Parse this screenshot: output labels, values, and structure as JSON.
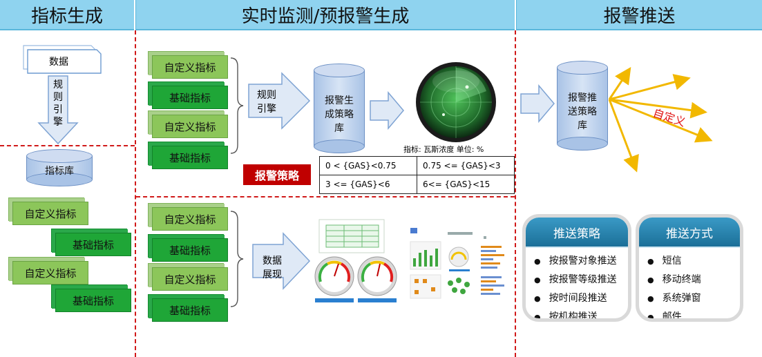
{
  "headers": {
    "left": "指标生成",
    "middle": "实时监测/预报警生成",
    "right": "报警推送"
  },
  "left": {
    "data_label": "数据",
    "rule_engine_label": "规\n则\n引\n擎",
    "db_label": "指标库",
    "indicators": [
      "自定义指标",
      "基础指标",
      "自定义指标",
      "基础指标"
    ]
  },
  "middle_top": {
    "indicators": [
      "自定义指标",
      "基础指标",
      "自定义指标",
      "基础指标"
    ],
    "engine_label": "规则\n引擎",
    "db_label": "报警生\n成策略\n库",
    "strategy_badge": "报警策略",
    "radar_caption": "指标: 瓦斯浓度   单位: %",
    "thresholds": [
      [
        "0 < {GAS}<0.75",
        "0.75 <=  {GAS}<3"
      ],
      [
        "3 <=  {GAS}<6",
        "6<=  {GAS}<15"
      ]
    ]
  },
  "middle_bottom": {
    "indicators": [
      "自定义指标",
      "基础指标",
      "自定义指标",
      "基础指标"
    ],
    "display_label": "数据\n展现"
  },
  "right": {
    "db_label": "报警推\n送策略\n库",
    "custom_label": "自定义",
    "push_strategy": {
      "title": "推送策略",
      "items": [
        "按报警对象推送",
        "按报警等级推送",
        "按时间段推送",
        "按机构推送"
      ]
    },
    "push_method": {
      "title": "推送方式",
      "items": [
        "短信",
        "移动终端",
        "系统弹窗",
        "邮件"
      ]
    }
  },
  "colors": {
    "header_bg": "#8fd3ef",
    "divider": "#d01818",
    "badge_bg": "#c00000",
    "ray": "#f2b800",
    "custom_text": "#e01010"
  }
}
